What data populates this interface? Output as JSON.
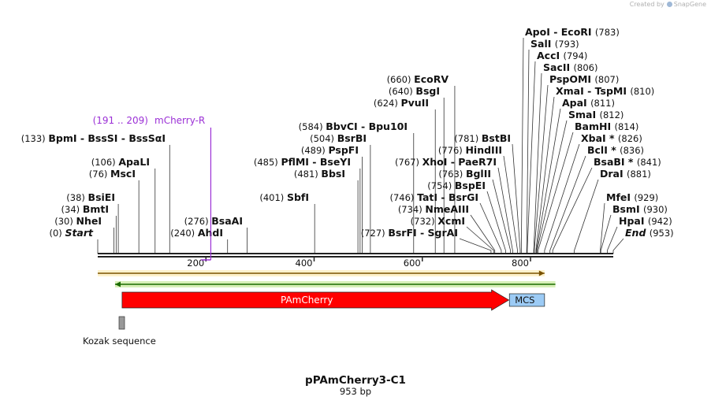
{
  "branding": {
    "created_by": "Created by",
    "product": "SnapGene"
  },
  "map": {
    "name": "pPAmCherry3-C1",
    "length_label": "953 bp",
    "length_bp": 953,
    "ruler_ticks": [
      "200",
      "400",
      "600",
      "800"
    ],
    "primer": {
      "label": "mCherry-R",
      "range_label": "(191 .. 209)",
      "start": 191,
      "end": 209
    },
    "left_sites": [
      {
        "pos": "(0)",
        "names": [
          "Start"
        ],
        "italic": true,
        "site": 0
      },
      {
        "pos": "(30)",
        "names": [
          "NheI"
        ],
        "site": 30
      },
      {
        "pos": "(34)",
        "names": [
          "BmtI"
        ],
        "site": 34
      },
      {
        "pos": "(38)",
        "names": [
          "BsiEI"
        ],
        "site": 38
      },
      {
        "pos": "(76)",
        "names": [
          "MscI"
        ],
        "site": 76
      },
      {
        "pos": "(106)",
        "names": [
          "ApaLI"
        ],
        "site": 106
      },
      {
        "pos": "(133)",
        "names": [
          "BpmI",
          "BssSI",
          "BssSαI"
        ],
        "site": 133
      }
    ],
    "mid_sites": [
      {
        "pos": "(240)",
        "names": [
          "AhdI"
        ],
        "site": 240
      },
      {
        "pos": "(276)",
        "names": [
          "BsaAI"
        ],
        "site": 276
      },
      {
        "pos": "(401)",
        "names": [
          "SbfI"
        ],
        "site": 401
      },
      {
        "pos": "(481)",
        "names": [
          "BbsI"
        ],
        "site": 481
      },
      {
        "pos": "(485)",
        "names": [
          "PflMI",
          "BseYI"
        ],
        "site": 485
      },
      {
        "pos": "(489)",
        "names": [
          "PspFI"
        ],
        "site": 489
      },
      {
        "pos": "(504)",
        "names": [
          "BsrBI"
        ],
        "site": 504
      },
      {
        "pos": "(584)",
        "names": [
          "BbvCI",
          "Bpu10I"
        ],
        "site": 584
      },
      {
        "pos": "(624)",
        "names": [
          "PvuII"
        ],
        "site": 624
      },
      {
        "pos": "(640)",
        "names": [
          "BsgI"
        ],
        "site": 640
      },
      {
        "pos": "(660)",
        "names": [
          "EcoRV"
        ],
        "site": 660
      }
    ],
    "mcs_left_sites": [
      {
        "pos": "(727)",
        "names": [
          "BsrFI",
          "SgrAI"
        ],
        "site": 727
      },
      {
        "pos": "(732)",
        "names": [
          "XcmI"
        ],
        "site": 732
      },
      {
        "pos": "(734)",
        "names": [
          "NmeAIII"
        ],
        "site": 734
      },
      {
        "pos": "(746)",
        "names": [
          "TatI",
          "BsrGI"
        ],
        "site": 746
      },
      {
        "pos": "(754)",
        "names": [
          "BspEI"
        ],
        "site": 754
      },
      {
        "pos": "(763)",
        "names": [
          "BglII"
        ],
        "site": 763
      },
      {
        "pos": "(767)",
        "names": [
          "XhoI",
          "PaeR7I"
        ],
        "site": 767
      },
      {
        "pos": "(776)",
        "names": [
          "HindIII"
        ],
        "site": 776
      },
      {
        "pos": "(781)",
        "names": [
          "BstBI"
        ],
        "site": 781
      }
    ],
    "right_sites": [
      {
        "names": [
          "ApoI",
          "EcoRI"
        ],
        "pos": "(783)",
        "site": 783
      },
      {
        "names": [
          "SalI"
        ],
        "pos": "(793)",
        "site": 793
      },
      {
        "names": [
          "AccI"
        ],
        "pos": "(794)",
        "site": 794
      },
      {
        "names": [
          "SacII"
        ],
        "pos": "(806)",
        "site": 806
      },
      {
        "names": [
          "PspOMI"
        ],
        "pos": "(807)",
        "site": 807
      },
      {
        "names": [
          "XmaI",
          "TspMI"
        ],
        "pos": "(810)",
        "site": 810
      },
      {
        "names": [
          "ApaI"
        ],
        "pos": "(811)",
        "site": 811
      },
      {
        "names": [
          "SmaI"
        ],
        "pos": "(812)",
        "site": 812
      },
      {
        "names": [
          "BamHI"
        ],
        "pos": "(814)",
        "site": 814
      },
      {
        "names": [
          "XbaI *"
        ],
        "pos": "(826)",
        "site": 826
      },
      {
        "names": [
          "BclI *"
        ],
        "pos": "(836)",
        "site": 836
      },
      {
        "names": [
          "BsaBI *"
        ],
        "pos": "(841)",
        "site": 841
      },
      {
        "names": [
          "DraI"
        ],
        "pos": "(881)",
        "site": 881
      },
      {
        "names": [
          "MfeI"
        ],
        "pos": "(929)",
        "site": 929
      },
      {
        "names": [
          "BsmI"
        ],
        "pos": "(930)",
        "site": 930
      },
      {
        "names": [
          "HpaI"
        ],
        "pos": "(942)",
        "site": 942
      },
      {
        "names": [
          "End"
        ],
        "pos": "(953)",
        "italic": true,
        "site": 953
      }
    ],
    "features": [
      {
        "label": "PAmCherry",
        "start": 45,
        "end": 760,
        "color": "#ff0000",
        "type": "arrow"
      },
      {
        "label": "MCS",
        "start": 761,
        "end": 826,
        "color": "#9ccbf5",
        "type": "box"
      },
      {
        "label": "Kozak sequence",
        "start": 39,
        "end": 44,
        "color": "#999999",
        "type": "small-box"
      }
    ],
    "bars": [
      {
        "start": 0,
        "end": 826,
        "color": "#f0b030",
        "fill": "#fff2cc",
        "direction": "forward"
      },
      {
        "start": 32,
        "end": 846,
        "color": "#00a000",
        "fill": "#d8f0b8",
        "direction": "reverse"
      }
    ]
  }
}
